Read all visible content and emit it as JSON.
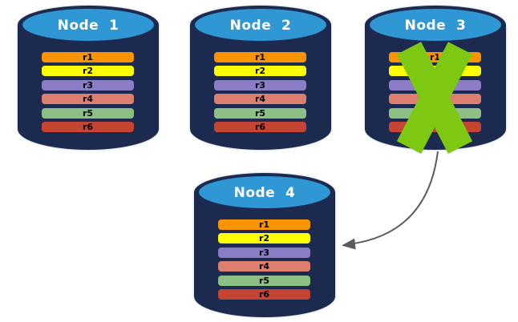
{
  "nodes": [
    {
      "label": "Node  1",
      "rows": [
        "r1",
        "r2",
        "r3",
        "r4",
        "r5",
        "r6"
      ],
      "status": "ok"
    },
    {
      "label": "Node  2",
      "rows": [
        "r1",
        "r2",
        "r3",
        "r4",
        "r5",
        "r6"
      ],
      "status": "ok"
    },
    {
      "label": "Node  3",
      "rows": [
        "r1",
        "r2",
        "r3",
        "r4",
        "r5",
        "r6"
      ],
      "status": "failed"
    },
    {
      "label": "Node  4",
      "rows": [
        "r1",
        "r2",
        "r3",
        "r4",
        "r5",
        "r6"
      ],
      "status": "ok"
    }
  ],
  "row_colors": {
    "r1": "#F79400",
    "r2": "#FFFF00",
    "r3": "#8A7DC5",
    "r4": "#DC7F6E",
    "r5": "#8DC183",
    "r6": "#C64432"
  },
  "colors": {
    "cylinder_body": "#1C2A50",
    "cylinder_top": "#2E97D4",
    "title_text": "#FFFFFF",
    "row_text": "#000000",
    "failure_x": "#7CC812",
    "arrow": "#5B5B5B"
  },
  "icons": {
    "failure_x": "x-mark",
    "failover_arrow": "curved-arrow-left"
  }
}
